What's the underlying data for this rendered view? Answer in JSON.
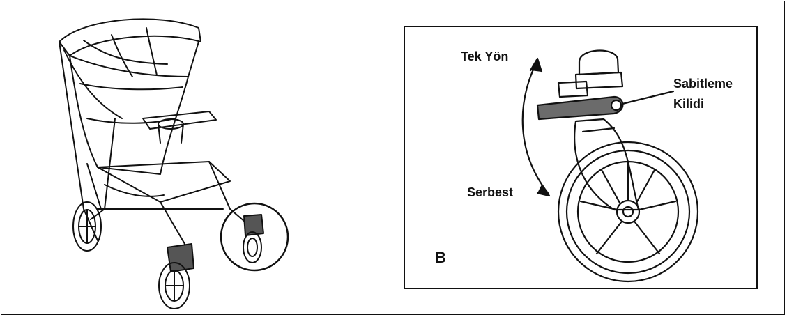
{
  "figure": {
    "panel_label": "B",
    "direction_labels": {
      "one_way": "Tek Yön",
      "free": "Serbest"
    },
    "lock_label": {
      "line1": "Sabitleme",
      "line2": "Kilidi"
    },
    "icons": [
      "stroller-illustration",
      "swivel-wheel-illustration",
      "double-arrow-icon",
      "magnifier-circle-icon"
    ],
    "colors": {
      "line": "#111111",
      "lock_tint": "#555555",
      "background": "#ffffff"
    }
  }
}
